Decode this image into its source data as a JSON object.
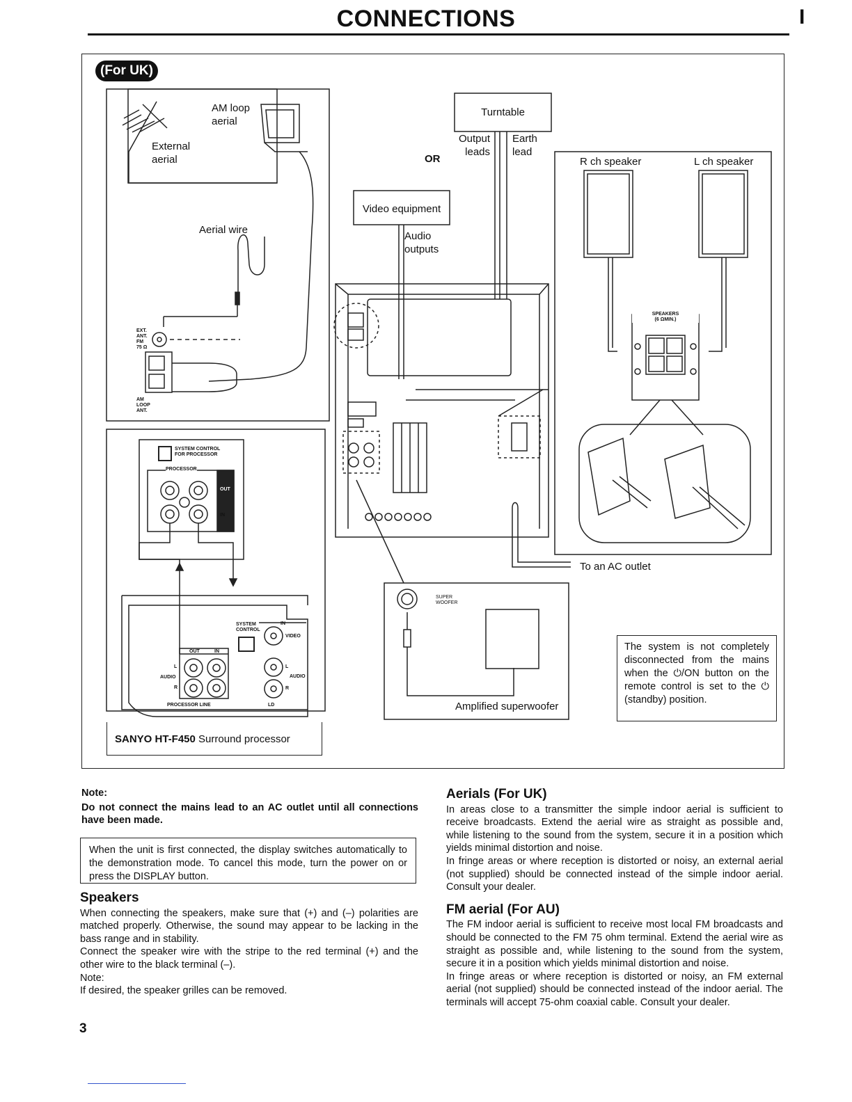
{
  "header": {
    "title": "CONNECTIONS",
    "marker": "I"
  },
  "diagram": {
    "region_badge": "(For UK)",
    "am_loop_aerial": [
      "AM loop",
      "aerial"
    ],
    "external_aerial": [
      "External",
      "aerial"
    ],
    "aerial_wire": "Aerial wire",
    "ext_ant_label": [
      "EXT.",
      "ANT.",
      "FM",
      "75 Ω"
    ],
    "am_loop_ant_label": [
      "AM",
      "LOOP",
      "ANT."
    ],
    "turntable": "Turntable",
    "output_leads": [
      "Output",
      "leads"
    ],
    "earth_lead": [
      "Earth",
      "lead"
    ],
    "or_label": "OR",
    "video_equipment": "Video equipment",
    "audio_outputs": [
      "Audio",
      "outputs"
    ],
    "r_ch_speaker": "R ch speaker",
    "l_ch_speaker": "L ch speaker",
    "speakers_terminal": [
      "SPEAKERS",
      "(6 ΩMIN.)"
    ],
    "system_control": [
      "SYSTEM CONTROL",
      "FOR PROCESSOR"
    ],
    "processor_label": "PROCESSOR",
    "out_label": "OUT",
    "in_label": "IN",
    "processor_panel": {
      "system_control": [
        "SYSTEM",
        "CONTROL"
      ],
      "in_label": "IN",
      "out_label": "OUT",
      "video": "VIDEO",
      "audio": "AUDIO",
      "audio_left": "AUDIO",
      "processor_line": "PROCESSOR LINE",
      "ld": "LD",
      "l": "L",
      "r": "R"
    },
    "surround_processor": {
      "brand_model": "SANYO HT-F450",
      "suffix": " Surround processor"
    },
    "super_woofer_jack": [
      "SUPER",
      "WOOFER"
    ],
    "amplified_superwoofer": "Amplified superwoofer",
    "ac_outlet": "To an AC outlet",
    "standby_note": "The system is not completely disconnected from the mains when the ⏻/ON button on the remote control is set to the ⏻ (standby) position."
  },
  "left_column": {
    "note_label": "Note:",
    "note_warning": "Do not connect the mains lead to an AC outlet until all connections have been made.",
    "demo_box": "When the unit is first connected, the display switches automatically to the demonstration mode. To cancel this mode, turn the power on or press the DISPLAY button.",
    "speakers_heading": "Speakers",
    "speakers_p1": "When connecting the speakers, make sure that (+) and (–) polarities are matched properly. Otherwise, the sound may appear to be lacking in the bass range and in stability.",
    "speakers_p2": "Connect the speaker wire with the stripe to the red terminal (+) and the other wire to the black terminal (–).",
    "speakers_note_label": "Note:",
    "speakers_note": "If desired, the speaker grilles can be removed."
  },
  "right_column": {
    "aerials_heading": "Aerials (For UK)",
    "aerials_p1": "In areas close to a transmitter the simple indoor aerial is sufficient to receive broadcasts. Extend the aerial wire as straight as possible and, while listening to the sound from the system, secure it in a position which yields minimal distortion and noise.",
    "aerials_p2": "In fringe areas or where reception is distorted or noisy, an external aerial (not supplied) should be connected instead of the simple indoor aerial. Consult your dealer.",
    "fm_heading": "FM aerial (For AU)",
    "fm_p1": "The FM indoor aerial is sufficient to receive most local FM broadcasts and should be connected to the FM 75 ohm terminal. Extend the aerial wire as straight as possible and, while listening to the sound from the system, secure it in a position which yields minimal distortion and noise.",
    "fm_p2": "In fringe areas or where reception is distorted or noisy, an FM external aerial (not supplied) should be connected instead of the indoor aerial. The terminals will accept 75-ohm coaxial cable. Consult your dealer."
  },
  "footer": {
    "page_number": "3"
  }
}
